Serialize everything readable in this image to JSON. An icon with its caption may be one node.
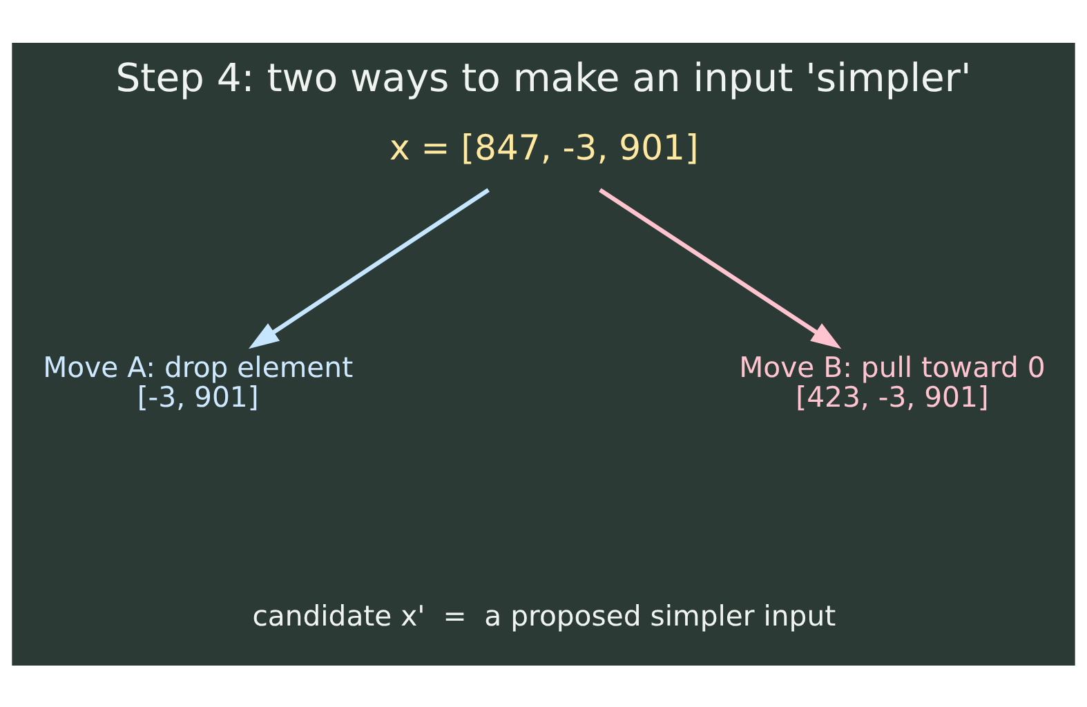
{
  "diagram": {
    "title": "Step 4: two ways to make an input 'simpler'",
    "nodes": [
      {
        "text": [
          "x = [847, -3, 901]"
        ]
      },
      {
        "text": [
          "Move A: drop element",
          "[-3, 901]"
        ]
      },
      {
        "text": [
          "Move B: pull toward 0",
          "[423, -3, 901]"
        ]
      }
    ],
    "edges": [
      {
        "from": 0,
        "to": 1,
        "arrow": "to",
        "color": "#c6e6ff"
      },
      {
        "from": 0,
        "to": 2,
        "arrow": "to",
        "color": "#ffc4d0"
      }
    ],
    "labels": [
      "candidate x'  =  a proposed simpler input"
    ]
  }
}
